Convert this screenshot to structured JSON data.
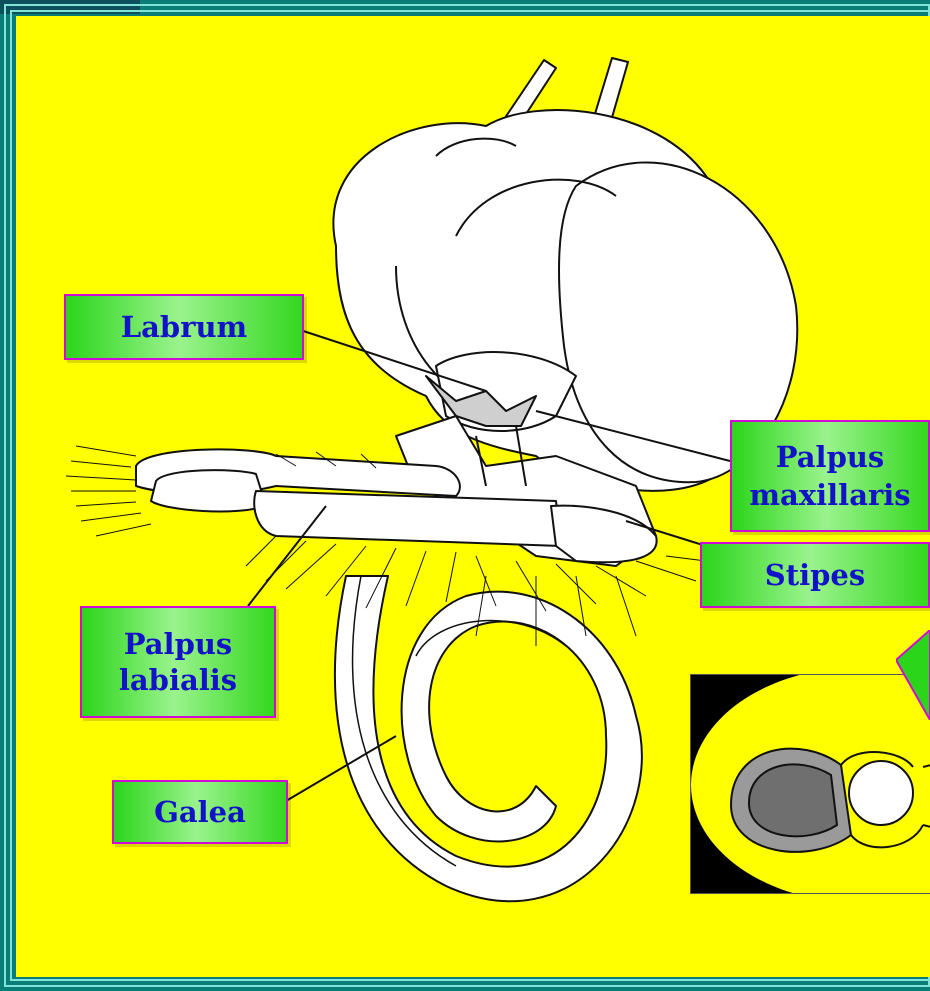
{
  "labels": {
    "labrum": "Labrum",
    "palpus_maxillaris": "Palpus maxillaris",
    "stipes": "Stipes",
    "palpus_labialis": "Palpus labialis",
    "galea": "Galea"
  },
  "colors": {
    "background": "#ffff00",
    "label_fill": "#2bd51a",
    "label_border": "#d10ad8",
    "label_text": "#1212c9",
    "frame": "#0a7d77"
  }
}
